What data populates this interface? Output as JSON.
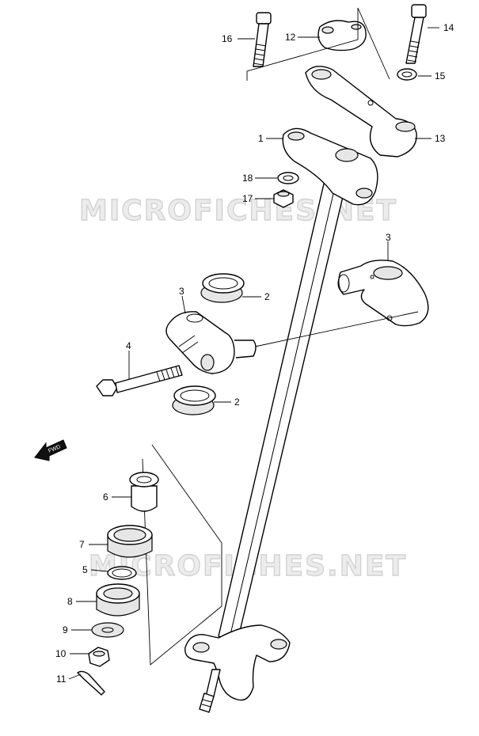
{
  "watermark": {
    "top": "MICROFICHES.NET",
    "bottom": "MICROFICHES.NET"
  },
  "direction_arrow": "FWD",
  "callouts": [
    {
      "id": "c1",
      "label": "1"
    },
    {
      "id": "c2a",
      "label": "2"
    },
    {
      "id": "c2b",
      "label": "2"
    },
    {
      "id": "c3a",
      "label": "3"
    },
    {
      "id": "c3b",
      "label": "3"
    },
    {
      "id": "c4",
      "label": "4"
    },
    {
      "id": "c5",
      "label": "5"
    },
    {
      "id": "c6",
      "label": "6"
    },
    {
      "id": "c7",
      "label": "7"
    },
    {
      "id": "c8",
      "label": "8"
    },
    {
      "id": "c9",
      "label": "9"
    },
    {
      "id": "c10",
      "label": "10"
    },
    {
      "id": "c11",
      "label": "11"
    },
    {
      "id": "c12",
      "label": "12"
    },
    {
      "id": "c13",
      "label": "13"
    },
    {
      "id": "c14",
      "label": "14"
    },
    {
      "id": "c15",
      "label": "15"
    },
    {
      "id": "c16",
      "label": "16"
    },
    {
      "id": "c17",
      "label": "17"
    },
    {
      "id": "c18",
      "label": "18"
    }
  ]
}
